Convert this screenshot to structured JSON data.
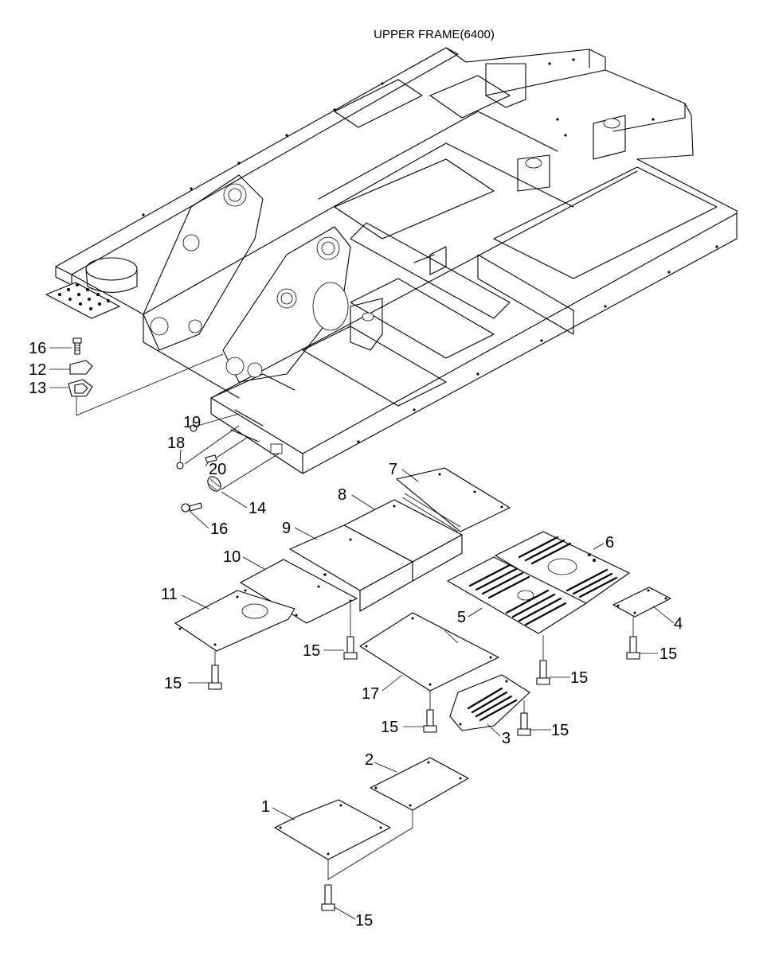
{
  "title": "UPPER FRAME(6400)",
  "callouts": [
    {
      "id": "c16a",
      "text": "16"
    },
    {
      "id": "c12",
      "text": "12"
    },
    {
      "id": "c13",
      "text": "13"
    },
    {
      "id": "c19",
      "text": "19"
    },
    {
      "id": "c18",
      "text": "18"
    },
    {
      "id": "c20",
      "text": "20"
    },
    {
      "id": "c14",
      "text": "14"
    },
    {
      "id": "c16b",
      "text": "16"
    },
    {
      "id": "c7",
      "text": "7"
    },
    {
      "id": "c8",
      "text": "8"
    },
    {
      "id": "c9",
      "text": "9"
    },
    {
      "id": "c10",
      "text": "10"
    },
    {
      "id": "c11",
      "text": "11"
    },
    {
      "id": "c6",
      "text": "6"
    },
    {
      "id": "c5",
      "text": "5"
    },
    {
      "id": "c4",
      "text": "4"
    },
    {
      "id": "c15a",
      "text": "15"
    },
    {
      "id": "c15b",
      "text": "15"
    },
    {
      "id": "c15c",
      "text": "15"
    },
    {
      "id": "c15d",
      "text": "15"
    },
    {
      "id": "c17",
      "text": "17"
    },
    {
      "id": "c15e",
      "text": "15"
    },
    {
      "id": "c3",
      "text": "3"
    },
    {
      "id": "c15f",
      "text": "15"
    },
    {
      "id": "c2",
      "text": "2"
    },
    {
      "id": "c1",
      "text": "1"
    },
    {
      "id": "c15g",
      "text": "15"
    }
  ]
}
